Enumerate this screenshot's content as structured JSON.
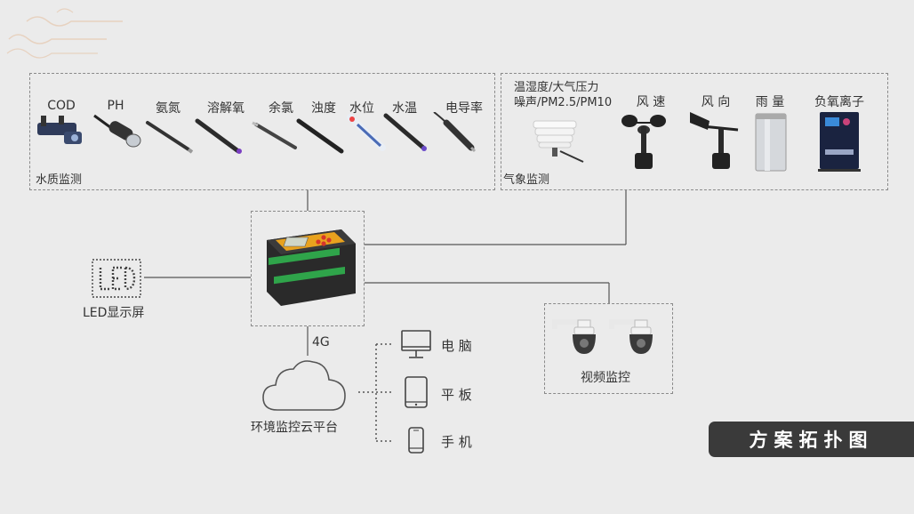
{
  "water_group": {
    "title": "水质监测",
    "sensors": [
      "COD",
      "PH",
      "氨氮",
      "溶解氧",
      "余氯",
      "浊度",
      "水位",
      "水温",
      "电导率"
    ]
  },
  "weather_group": {
    "title": "气象监测",
    "shelter_label_line1": "温湿度/大气压力",
    "shelter_label_line2": "噪声/PM2.5/PM10",
    "sensors": [
      "风 速",
      "风 向",
      "雨 量",
      "负氧离子"
    ]
  },
  "led": {
    "label": "LED显示屏"
  },
  "network": {
    "label": "4G"
  },
  "cloud": {
    "label": "环境监控云平台"
  },
  "devices": [
    "电 脑",
    "平 板",
    "手 机"
  ],
  "video": {
    "label": "视频监控"
  },
  "badge": {
    "title": "方案拓扑图"
  },
  "colors": {
    "background": "#ebebeb",
    "line": "#555555",
    "badge": "#3a3a3a",
    "controller_accent": "#e8a21e"
  }
}
